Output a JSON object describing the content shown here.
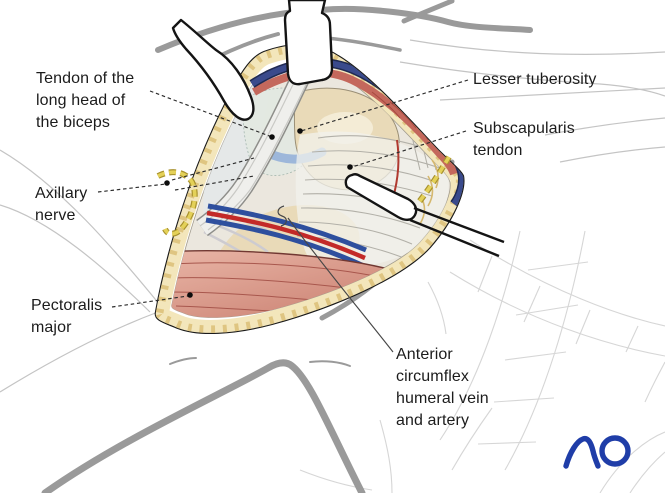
{
  "figure": {
    "type": "surgical-illustration",
    "labels": {
      "biceps_tendon": "Tendon of the\nlong head of\nthe biceps",
      "lesser_tuberosity": "Lesser tuberosity",
      "subscapularis": "Subscapularis\ntendon",
      "axillary_nerve": "Axillary\nnerve",
      "pectoralis_major": "Pectoralis\nmajor",
      "circumflex_vessels": "Anterior\ncircumflex\nhumeral vein\nand artery"
    },
    "logo": "AO",
    "colors": {
      "background": "#ffffff",
      "label_text": "#1c1c1c",
      "leader": "#2b2b2b",
      "contour": "#9a9a9a",
      "sketch": "#d6d6d6",
      "skin_outline": "#1a1a1a",
      "fat": "#f3e6bb",
      "fat_lobule": "#d9bd73",
      "vein": "#3a4a8c",
      "artery": "#c32a28",
      "vessel_blue": "#2e4f9e",
      "deltoid_red": "#c4685c",
      "bone": "#e9dab8",
      "tendon": "#efefec",
      "cartilage": "#9db7da",
      "capsule": "#e3e9e2",
      "nerve": "#e4d158",
      "pect_light": "#e9b6a7",
      "pect_dark": "#c97e6f",
      "pect_line": "#a8574d",
      "ao_blue": "#1f3da8"
    }
  }
}
